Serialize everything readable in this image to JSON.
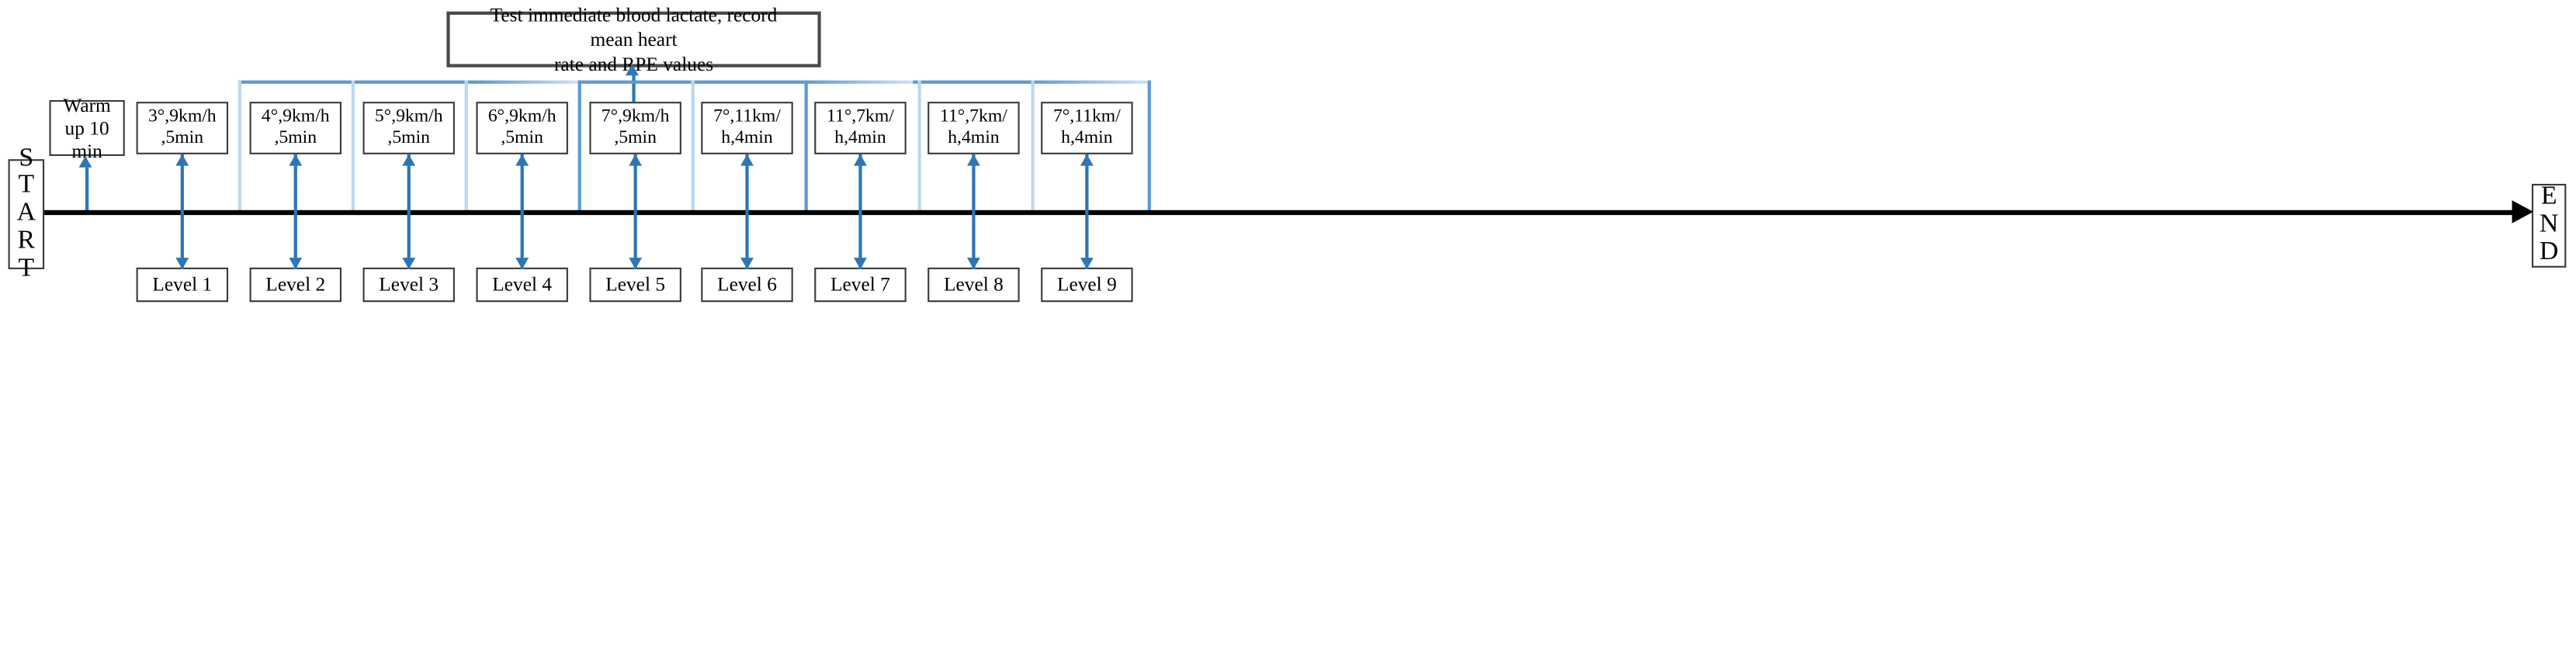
{
  "diagram": {
    "title_note": {
      "line1": "Test immediate blood lactate, record mean heart",
      "line2": "rate and RPE values"
    },
    "start": {
      "letters": [
        "S",
        "T",
        "A",
        "R",
        "T"
      ]
    },
    "end": {
      "letters": [
        "E",
        "N",
        "D"
      ]
    },
    "warmup": {
      "label": "Warm up 10 min"
    },
    "stages": [
      {
        "id": "stage-1",
        "line1": "3°,9km/h",
        "line2": ",5min",
        "level": "Level 1"
      },
      {
        "id": "stage-2",
        "line1": "4°,9km/h",
        "line2": ",5min",
        "level": "Level 2"
      },
      {
        "id": "stage-3",
        "line1": "5°,9km/h",
        "line2": ",5min",
        "level": "Level 3"
      },
      {
        "id": "stage-4",
        "line1": "6°,9km/h",
        "line2": ",5min",
        "level": "Level 4"
      },
      {
        "id": "stage-5",
        "line1": "7°,9km/h",
        "line2": ",5min",
        "level": "Level 5"
      },
      {
        "id": "stage-6",
        "line1": "7°,11km/",
        "line2": "h,4min",
        "level": "Level 6"
      },
      {
        "id": "stage-7",
        "line1": "11°,7km/",
        "line2": "h,4min",
        "level": "Level 7"
      },
      {
        "id": "stage-8",
        "line1": "11°,7km/",
        "line2": "h,4min",
        "level": "Level 8"
      },
      {
        "id": "stage-9",
        "line1": "7°,11km/",
        "line2": "h,4min",
        "level": "Level 9"
      }
    ],
    "colors": {
      "timeline": "#000000",
      "connector_blue": "#2e75b6",
      "bracket_blue": "#5b9bd5",
      "box_border": "#3a3a3a"
    }
  }
}
